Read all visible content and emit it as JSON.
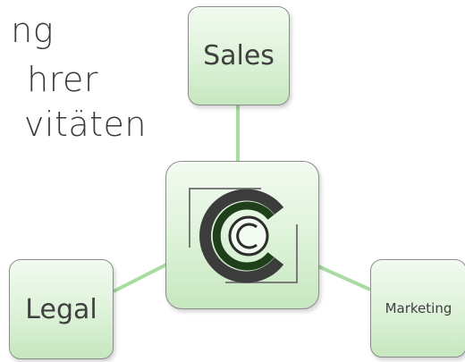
{
  "heading": {
    "lines": [
      "ng",
      "hrer",
      "vitäten"
    ]
  },
  "nodes": {
    "center": {
      "icon": "cc-logo-icon"
    },
    "top": {
      "label": "Sales"
    },
    "left": {
      "label": "Legal"
    },
    "right": {
      "label": "Marketing"
    }
  },
  "colors": {
    "box_fill_light": "#f2fbf0",
    "box_fill_dark": "#c6e7bf",
    "connector": "#a8dca0",
    "logo_dark": "#3c3c3c",
    "logo_green": "#1f3f1a"
  }
}
